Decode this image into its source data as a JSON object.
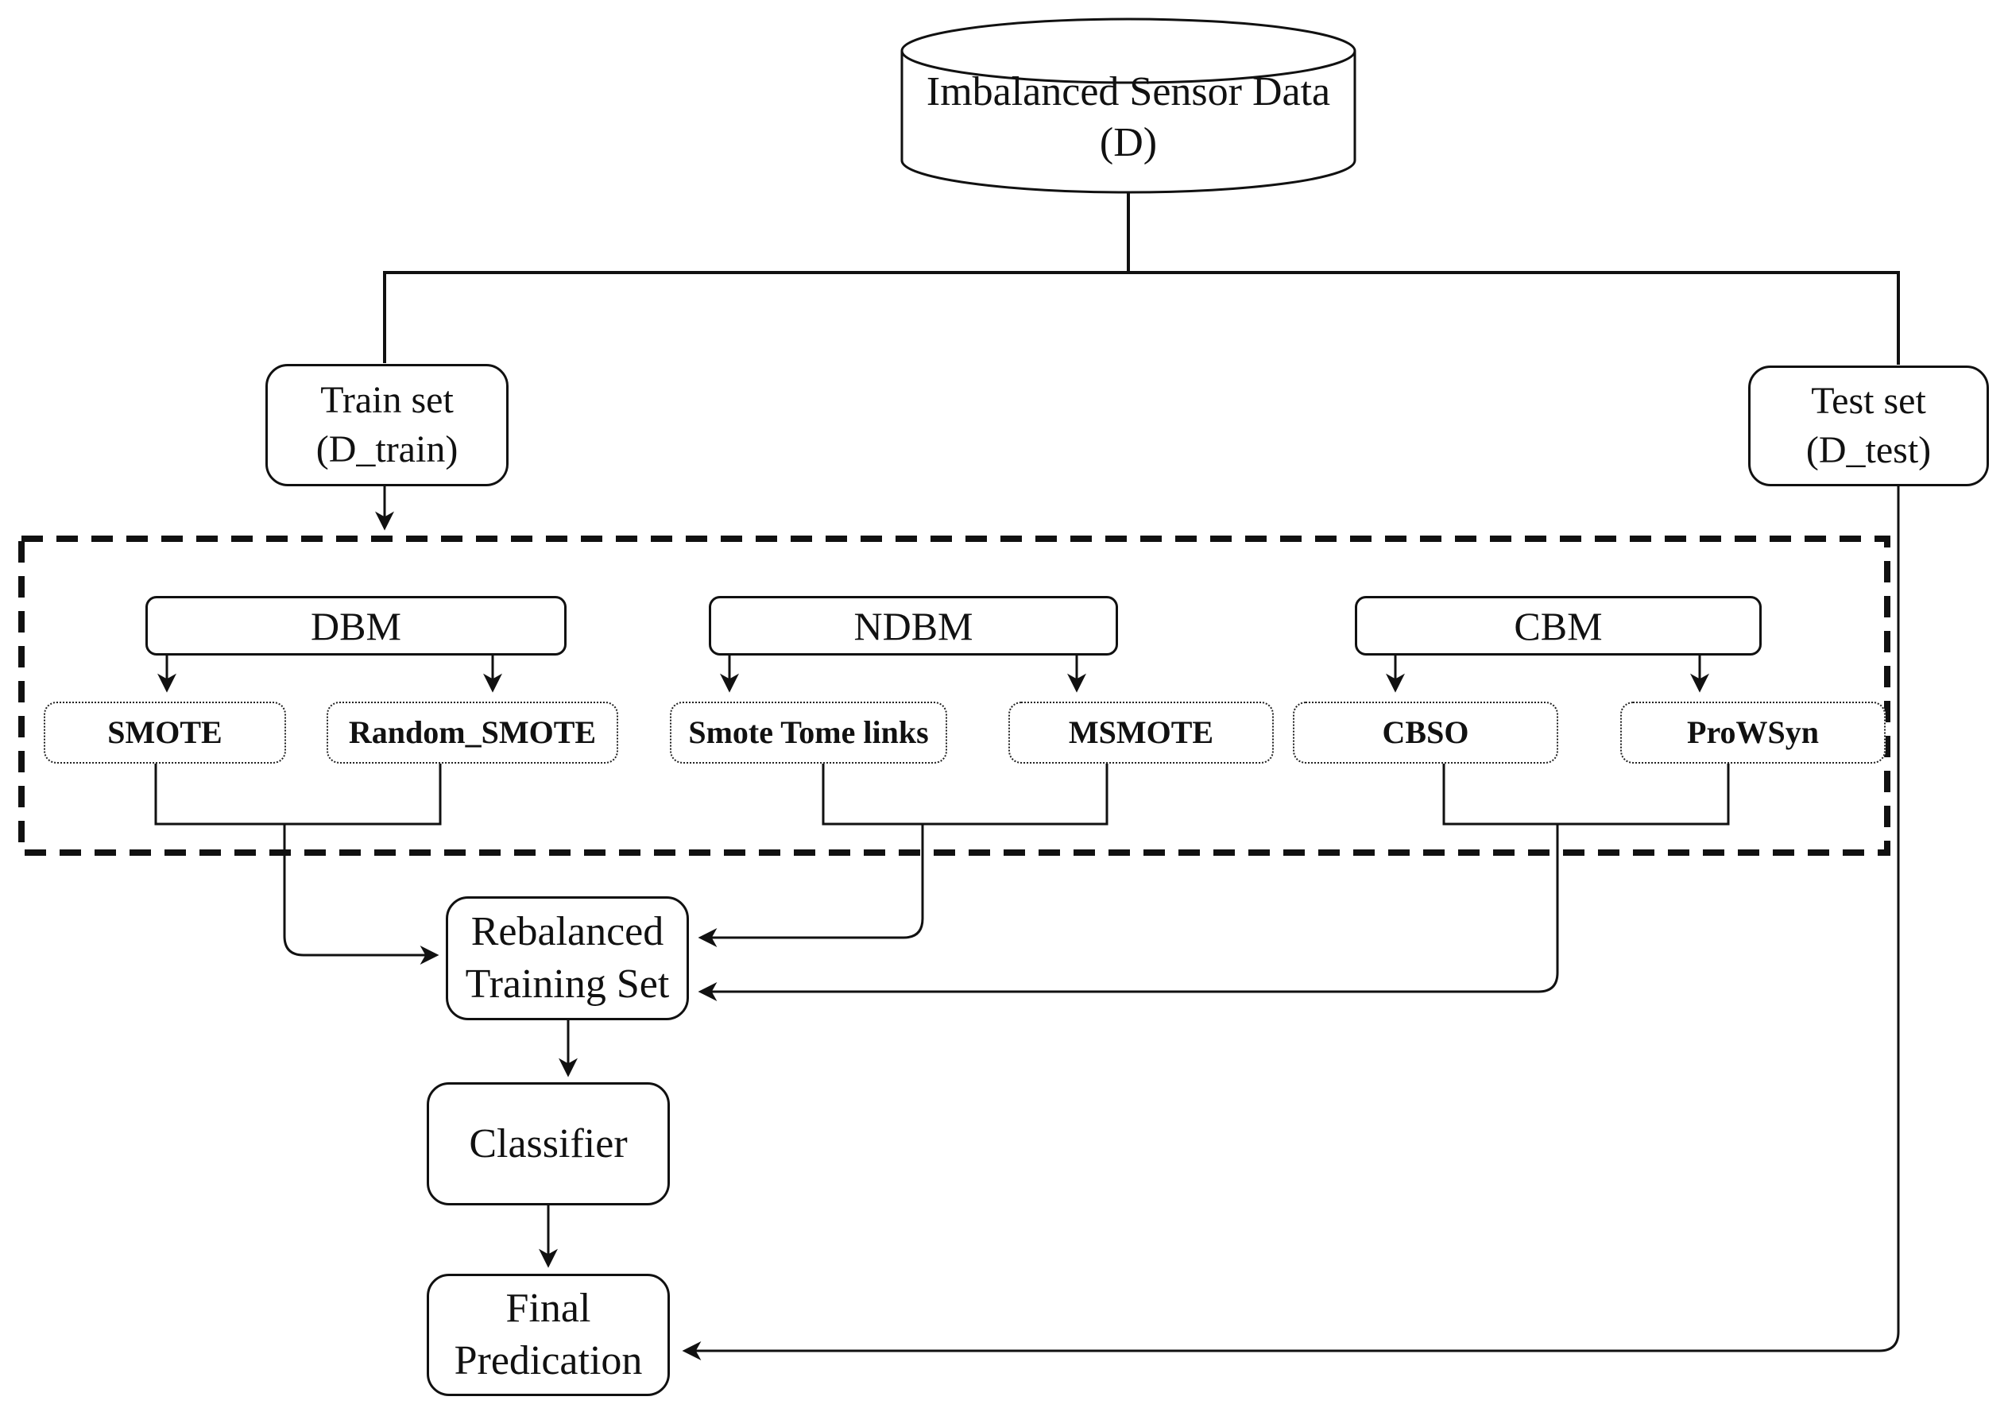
{
  "colors": {
    "background": "#ffffff",
    "line": "#111111"
  },
  "database": {
    "line1": "Imbalanced Sensor Data",
    "line2": "(D)"
  },
  "train_set": {
    "line1": "Train set",
    "line2": "(D_train)"
  },
  "test_set": {
    "line1": "Test set",
    "line2": "(D_test)"
  },
  "groups": [
    {
      "label": "DBM",
      "children": [
        {
          "label": "SMOTE"
        },
        {
          "label": "Random_SMOTE"
        }
      ]
    },
    {
      "label": "NDBM",
      "children": [
        {
          "label": "Smote Tome links"
        },
        {
          "label": "MSMOTE"
        }
      ]
    },
    {
      "label": "CBM",
      "children": [
        {
          "label": "CBSO"
        },
        {
          "label": "ProWSyn"
        }
      ]
    }
  ],
  "rebalanced": {
    "line1": "Rebalanced",
    "line2": "Training Set"
  },
  "classifier": {
    "label": "Classifier"
  },
  "final_prediction": {
    "line1": "Final",
    "line2": "Predication"
  }
}
